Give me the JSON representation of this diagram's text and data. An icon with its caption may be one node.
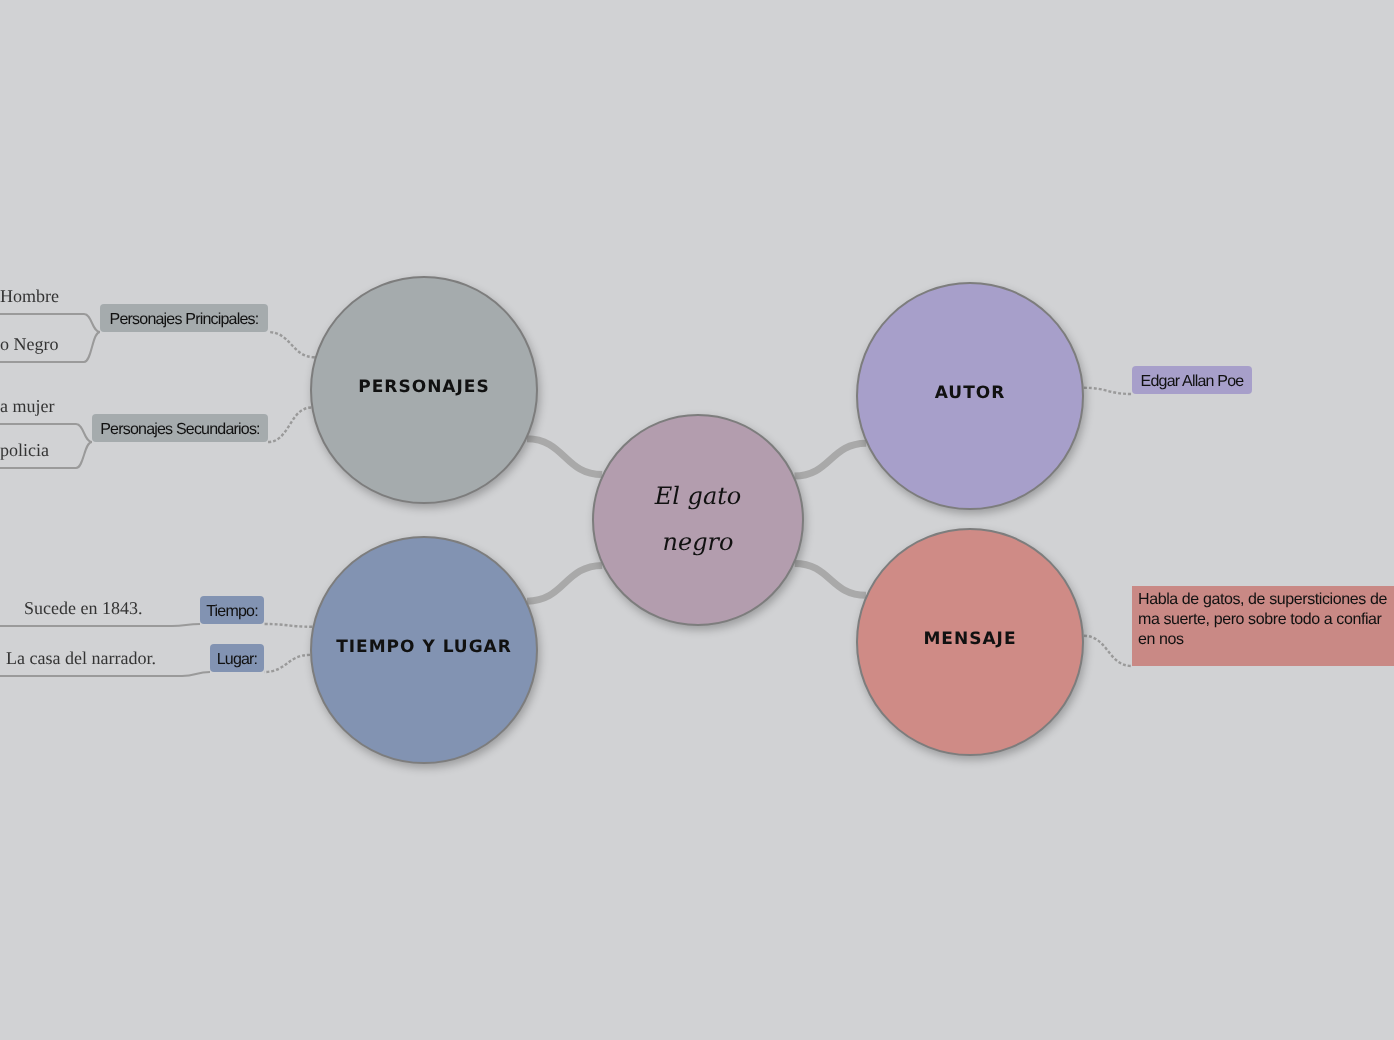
{
  "diagram": {
    "nodes": [
      {
        "text": [
          "El gato negro"
        ]
      },
      {
        "text": [
          "PERSONAJES"
        ]
      },
      {
        "text": [
          "TIEMPO Y LUGAR"
        ]
      },
      {
        "text": [
          "AUTOR"
        ]
      },
      {
        "text": [
          "MENSAJE"
        ]
      },
      {
        "text": [
          "Personajes Principales:"
        ]
      },
      {
        "text": [
          "Personajes Secundarios:"
        ]
      },
      {
        "text": [
          "Tiempo:"
        ]
      },
      {
        "text": [
          "Lugar:"
        ]
      },
      {
        "text": [
          "Edgar Allan Poe"
        ]
      },
      {
        "text": [
          "Habla de gatos, de supersticiones de ma suerte, pero sobre todo a confiar en nos"
        ]
      },
      {
        "text": [
          "Hombre"
        ]
      },
      {
        "text": [
          "o Negro"
        ]
      },
      {
        "text": [
          "a mujer"
        ]
      },
      {
        "text": [
          "policia"
        ]
      },
      {
        "text": [
          "Sucede en 1843."
        ]
      },
      {
        "text": [
          "La casa del narrador."
        ]
      }
    ],
    "edges": [
      {
        "from": 0,
        "to": 1,
        "arrow": "none",
        "style": "thick"
      },
      {
        "from": 0,
        "to": 2,
        "arrow": "none",
        "style": "thick"
      },
      {
        "from": 0,
        "to": 3,
        "arrow": "none",
        "style": "thick"
      },
      {
        "from": 0,
        "to": 4,
        "arrow": "none",
        "style": "thick"
      },
      {
        "from": 1,
        "to": 5,
        "arrow": "none",
        "style": "dashed"
      },
      {
        "from": 1,
        "to": 6,
        "arrow": "none",
        "style": "dashed"
      },
      {
        "from": 2,
        "to": 7,
        "arrow": "none",
        "style": "dashed"
      },
      {
        "from": 2,
        "to": 8,
        "arrow": "none",
        "style": "dashed"
      },
      {
        "from": 3,
        "to": 9,
        "arrow": "none",
        "style": "dashed"
      },
      {
        "from": 4,
        "to": 10,
        "arrow": "none",
        "style": "dashed"
      },
      {
        "from": 5,
        "to": 11,
        "arrow": "none"
      },
      {
        "from": 5,
        "to": 12,
        "arrow": "none"
      },
      {
        "from": 6,
        "to": 13,
        "arrow": "none"
      },
      {
        "from": 6,
        "to": 14,
        "arrow": "none"
      },
      {
        "from": 7,
        "to": 15,
        "arrow": "none"
      },
      {
        "from": 8,
        "to": 16,
        "arrow": "none"
      }
    ]
  }
}
